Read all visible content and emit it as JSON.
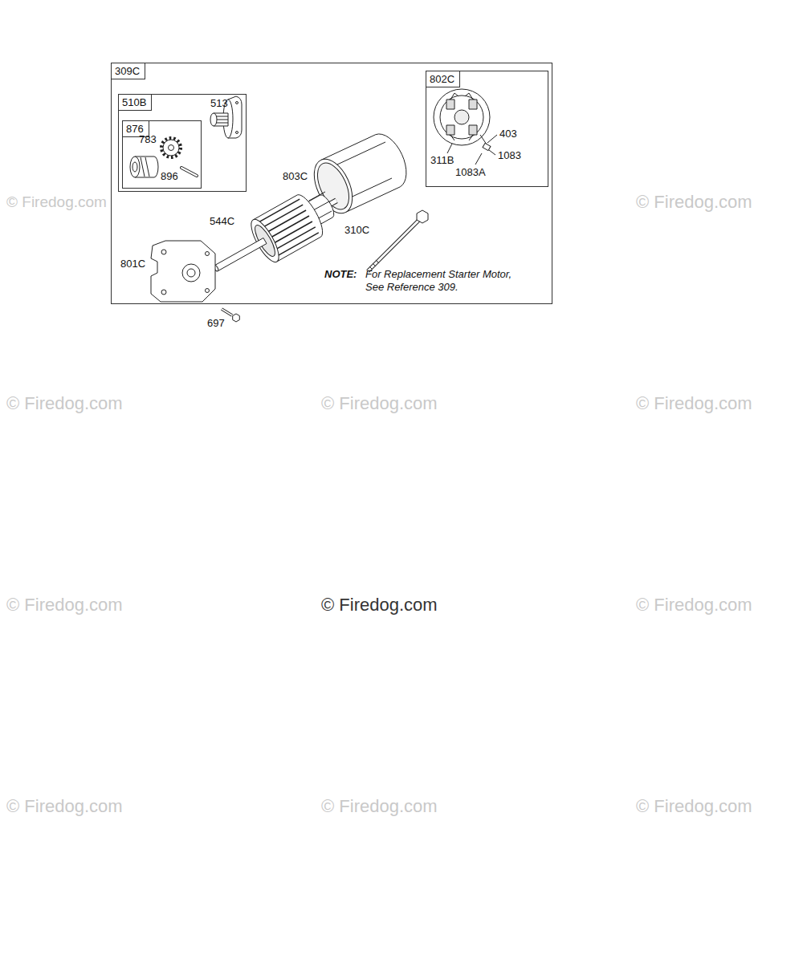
{
  "diagram": {
    "nodes": [
      {
        "text": [
          "309C"
        ]
      },
      {
        "text": [
          "510B"
        ],
        "in": 0
      },
      {
        "text": [
          "876"
        ],
        "in": 1
      },
      {
        "text": [
          "802C"
        ],
        "in": 0
      }
    ],
    "labels": [
      "513",
      "783",
      "896",
      "803C",
      "544C",
      "310C",
      "801C",
      "697",
      "403",
      "1083",
      "311B",
      "1083A",
      "NOTE:",
      "For Replacement Starter Motor, See Reference 309.",
      "© Firedog.com",
      "© Firedog.com",
      "© Firedog.com",
      "© Firedog.com",
      "© Firedog.com",
      "© Firedog.com",
      "© Firedog.com",
      "© Firedog.com",
      "© Firedog.com",
      "© Firedog.com",
      "© Firedog.com"
    ]
  }
}
